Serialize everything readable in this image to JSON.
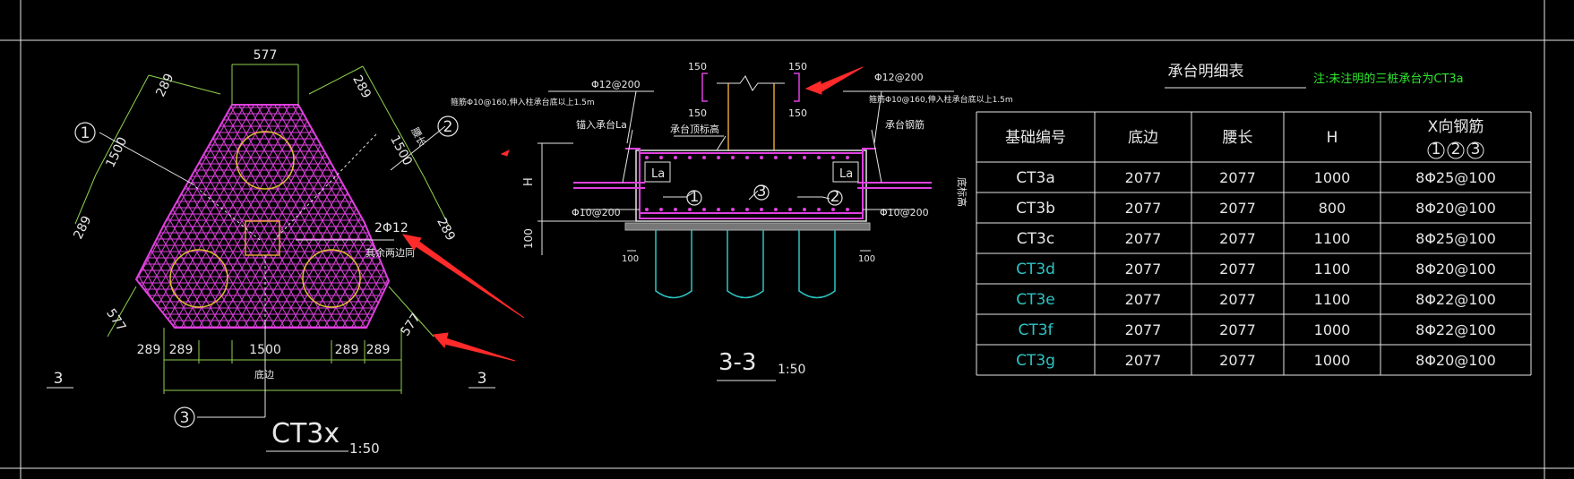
{
  "colors": {
    "background": "#000000",
    "line": "#e6e6e6",
    "rebar": "#e040e0",
    "dimension": "#8fd14f",
    "pile": "#2ec4c4",
    "column": "#e0a030",
    "arrow": "#ff2a2a",
    "note": "#2ee82e",
    "cyan_text": "#2ec4c4"
  },
  "plan": {
    "dim_top": "577",
    "dim_289_tl": "289",
    "dim_289_tr": "289",
    "dim_1500_left": "1500",
    "dim_1500_right": "1500",
    "dim_289_left": "289",
    "dim_289_right": "289",
    "dim_577_left": "577",
    "dim_577_right": "577",
    "bottom_dims": [
      "289",
      "289",
      "1500",
      "289",
      "289"
    ],
    "side_label": "腰长",
    "bottom_label": "底边",
    "rebar_label": "2Φ12",
    "rebar_note": "其余两边同",
    "marker_1": "1",
    "marker_2": "2",
    "marker_3": "3",
    "cut_label_left": "3",
    "cut_label_right": "3",
    "title": "CT3x",
    "scale": "1:50"
  },
  "section": {
    "top_dim_150": [
      "150",
      "150",
      "150",
      "150"
    ],
    "rebar_top_left": "Φ12@200",
    "rebar_top_right": "Φ12@200",
    "note_left": "箍筋Φ10@160,伸入柱承台底以上1.5m",
    "note_right": "箍筋Φ10@160,伸入柱承台底以上1.5m",
    "anchor_left": "锚入承台La",
    "slab_top_label": "承台顶标高",
    "anchor_right": "承台钢筋",
    "right_side_label": "底标高",
    "la_left": "La",
    "la_right": "La",
    "h_label": "H",
    "dim_100_left": "100",
    "stirrup_left": "Φ10@200",
    "stirrup_right": "Φ10@200",
    "marker_1": "1",
    "marker_2": "2",
    "marker_3": "3",
    "dim_100_a": "100",
    "dim_100_b": "100",
    "title": "3-3",
    "scale": "1:50"
  },
  "table": {
    "title": "承台明细表",
    "note": "注:未注明的三桩承台为CT3a",
    "headers": [
      "基础编号",
      "底边",
      "腰长",
      "H",
      "X向钢筋"
    ],
    "header_sub": [
      "1",
      "2",
      "3"
    ],
    "rows": [
      {
        "id": "CT3a",
        "cyan": false,
        "base": "2077",
        "waist": "2077",
        "h": "1000",
        "rebar": "8Φ25@100"
      },
      {
        "id": "CT3b",
        "cyan": false,
        "base": "2077",
        "waist": "2077",
        "h": "800",
        "rebar": "8Φ20@100"
      },
      {
        "id": "CT3c",
        "cyan": false,
        "base": "2077",
        "waist": "2077",
        "h": "1100",
        "rebar": "8Φ25@100"
      },
      {
        "id": "CT3d",
        "cyan": true,
        "base": "2077",
        "waist": "2077",
        "h": "1100",
        "rebar": "8Φ20@100"
      },
      {
        "id": "CT3e",
        "cyan": true,
        "base": "2077",
        "waist": "2077",
        "h": "1100",
        "rebar": "8Φ22@100"
      },
      {
        "id": "CT3f",
        "cyan": true,
        "base": "2077",
        "waist": "2077",
        "h": "1000",
        "rebar": "8Φ22@100"
      },
      {
        "id": "CT3g",
        "cyan": true,
        "base": "2077",
        "waist": "2077",
        "h": "1000",
        "rebar": "8Φ20@100"
      }
    ]
  }
}
